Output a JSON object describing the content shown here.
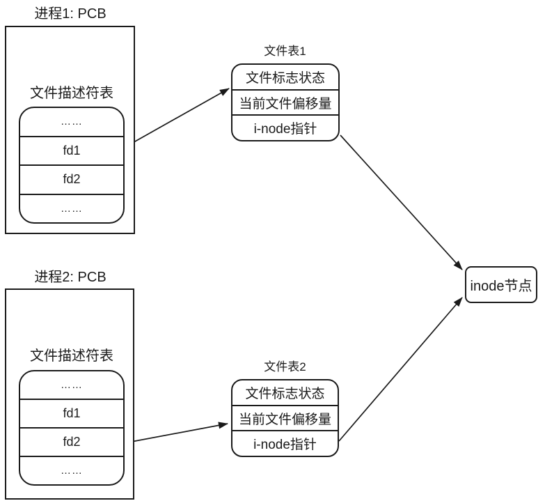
{
  "process1": {
    "title": "进程1: PCB",
    "fd_table_label": "文件描述符表",
    "fd_rows": [
      "……",
      "fd1",
      "fd2",
      "……"
    ]
  },
  "process2": {
    "title": "进程2: PCB",
    "fd_table_label": "文件描述符表",
    "fd_rows": [
      "……",
      "fd1",
      "fd2",
      "……"
    ]
  },
  "file_table1": {
    "title": "文件表1",
    "rows": [
      "文件标志状态",
      "当前文件偏移量",
      "i-node指针"
    ]
  },
  "file_table2": {
    "title": "文件表2",
    "rows": [
      "文件标志状态",
      "当前文件偏移量",
      "i-node指针"
    ]
  },
  "inode": {
    "label": "inode节点"
  },
  "arrows": [
    {
      "name": "fd1-to-file-table1"
    },
    {
      "name": "fd2-to-file-table2"
    },
    {
      "name": "file-table1-to-inode"
    },
    {
      "name": "file-table2-to-inode"
    }
  ],
  "colors": {
    "stroke": "#1a1a1a",
    "text": "#1a1a1a",
    "background": "#ffffff"
  }
}
